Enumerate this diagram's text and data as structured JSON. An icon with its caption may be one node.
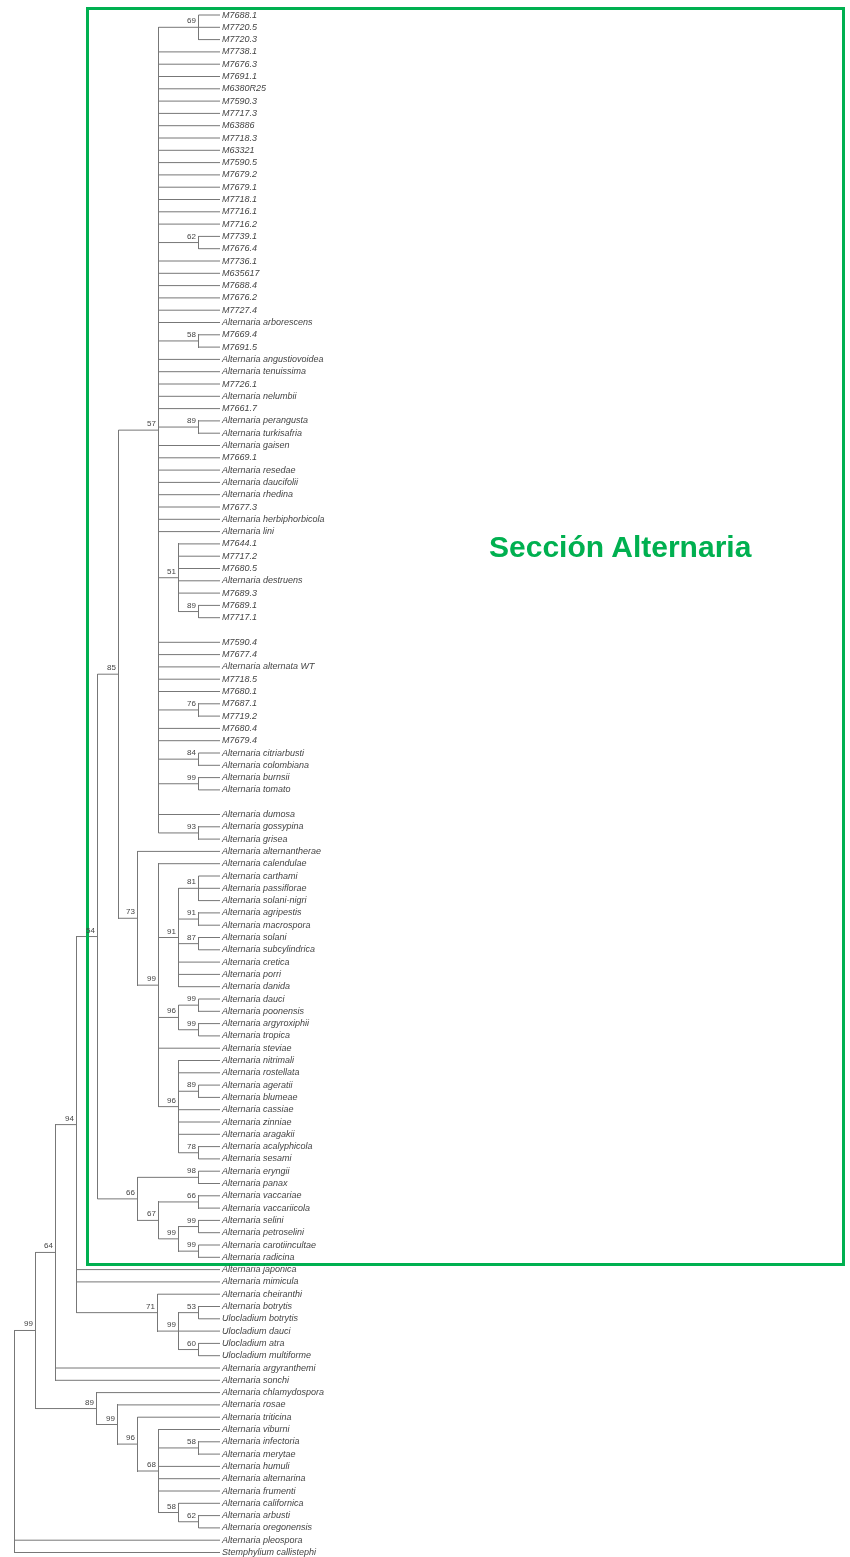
{
  "diagram": {
    "nodes": [
      {
        "text": [
          "Sección Alternaria"
        ]
      },
      {
        "text": [
          "M7688.1"
        ],
        "in": 0
      },
      {
        "text": [
          "M7720.5"
        ],
        "in": 0
      },
      {
        "text": [
          "M7720.3"
        ],
        "in": 0
      },
      {
        "text": [
          "M7738.1"
        ],
        "in": 0
      },
      {
        "text": [
          "M7676.3"
        ],
        "in": 0
      },
      {
        "text": [
          "M7691.1"
        ],
        "in": 0
      },
      {
        "text": [
          "M6380R25"
        ],
        "in": 0
      },
      {
        "text": [
          "M7590.3"
        ],
        "in": 0
      },
      {
        "text": [
          "M7717.3"
        ],
        "in": 0
      },
      {
        "text": [
          "M63886"
        ],
        "in": 0
      },
      {
        "text": [
          "M7718.3"
        ],
        "in": 0
      },
      {
        "text": [
          "M63321"
        ],
        "in": 0
      },
      {
        "text": [
          "M7590.5"
        ],
        "in": 0
      },
      {
        "text": [
          "M7679.2"
        ],
        "in": 0
      },
      {
        "text": [
          "M7679.1"
        ],
        "in": 0
      },
      {
        "text": [
          "M7718.1"
        ],
        "in": 0
      },
      {
        "text": [
          "M7716.1"
        ],
        "in": 0
      },
      {
        "text": [
          "M7716.2"
        ],
        "in": 0
      },
      {
        "text": [
          "M7739.1"
        ],
        "in": 0
      },
      {
        "text": [
          "M7676.4"
        ],
        "in": 0
      },
      {
        "text": [
          "M7736.1"
        ],
        "in": 0
      },
      {
        "text": [
          "M635617"
        ],
        "in": 0
      },
      {
        "text": [
          "M7688.4"
        ],
        "in": 0
      },
      {
        "text": [
          "M7676.2"
        ],
        "in": 0
      },
      {
        "text": [
          "M7727.4"
        ],
        "in": 0
      },
      {
        "text": [
          "Alternaria arborescens"
        ],
        "in": 0
      },
      {
        "text": [
          "M7669.4"
        ],
        "in": 0
      },
      {
        "text": [
          "M7691.5"
        ],
        "in": 0
      },
      {
        "text": [
          "Alternaria angustiovoidea"
        ],
        "in": 0
      },
      {
        "text": [
          "Alternaria tenuissima"
        ],
        "in": 0
      },
      {
        "text": [
          "M7726.1"
        ],
        "in": 0
      },
      {
        "text": [
          "Alternaria nelumbii"
        ],
        "in": 0
      },
      {
        "text": [
          "M7661.7"
        ],
        "in": 0
      },
      {
        "text": [
          "Alternaria perangusta"
        ],
        "in": 0
      },
      {
        "text": [
          "Alternaria turkisafria"
        ],
        "in": 0
      },
      {
        "text": [
          "Alternaria gaisen"
        ],
        "in": 0
      },
      {
        "text": [
          "M7669.1"
        ],
        "in": 0
      },
      {
        "text": [
          "Alternaria resedae"
        ],
        "in": 0
      },
      {
        "text": [
          "Alternaria daucifolii"
        ],
        "in": 0
      },
      {
        "text": [
          "Alternaria rhedina"
        ],
        "in": 0
      },
      {
        "text": [
          "M7677.3"
        ],
        "in": 0
      },
      {
        "text": [
          "Alternaria herbiphorbicola"
        ],
        "in": 0
      },
      {
        "text": [
          "Alternaria lini"
        ],
        "in": 0
      },
      {
        "text": [
          "M7644.1"
        ],
        "in": 0
      },
      {
        "text": [
          "M7717.2"
        ],
        "in": 0
      },
      {
        "text": [
          "M7680.5"
        ],
        "in": 0
      },
      {
        "text": [
          "Alternaria destruens"
        ],
        "in": 0
      },
      {
        "text": [
          "M7689.3"
        ],
        "in": 0
      },
      {
        "text": [
          "M7689.1"
        ],
        "in": 0
      },
      {
        "text": [
          "M7717.1"
        ],
        "in": 0
      },
      {
        "text": [
          "M7590.4"
        ],
        "in": 0
      },
      {
        "text": [
          "M7677.4"
        ],
        "in": 0
      },
      {
        "text": [
          "Alternaria alternata WT"
        ],
        "in": 0
      },
      {
        "text": [
          "M7718.5"
        ],
        "in": 0
      },
      {
        "text": [
          "M7680.1"
        ],
        "in": 0
      },
      {
        "text": [
          "M7687.1"
        ],
        "in": 0
      },
      {
        "text": [
          "M7719.2"
        ],
        "in": 0
      },
      {
        "text": [
          "M7680.4"
        ],
        "in": 0
      },
      {
        "text": [
          "M7679.4"
        ],
        "in": 0
      },
      {
        "text": [
          "Alternaria citriarbusti"
        ],
        "in": 0
      },
      {
        "text": [
          "Alternaria colombiana"
        ],
        "in": 0
      },
      {
        "text": [
          "Alternaria burnsii"
        ],
        "in": 0
      },
      {
        "text": [
          "Alternaria tomato"
        ],
        "in": 0
      },
      {
        "text": [
          "Alternaria dumosa"
        ],
        "in": 0
      },
      {
        "text": [
          "Alternaria gossypina"
        ],
        "in": 0
      },
      {
        "text": [
          "Alternaria grisea"
        ],
        "in": 0
      },
      {
        "text": [
          "Alternaria alternantherae"
        ],
        "in": 0
      },
      {
        "text": [
          "Alternaria calendulae"
        ],
        "in": 0
      },
      {
        "text": [
          "Alternaria carthami"
        ],
        "in": 0
      },
      {
        "text": [
          "Alternaria passiflorae"
        ],
        "in": 0
      },
      {
        "text": [
          "Alternaria solani-nigri"
        ],
        "in": 0
      },
      {
        "text": [
          "Alternaria agripestis"
        ],
        "in": 0
      },
      {
        "text": [
          "Alternaria macrospora"
        ],
        "in": 0
      },
      {
        "text": [
          "Alternaria solani"
        ],
        "in": 0
      },
      {
        "text": [
          "Alternaria subcylindrica"
        ],
        "in": 0
      },
      {
        "text": [
          "Alternaria cretica"
        ],
        "in": 0
      },
      {
        "text": [
          "Alternaria porri"
        ],
        "in": 0
      },
      {
        "text": [
          "Alternaria danida"
        ],
        "in": 0
      },
      {
        "text": [
          "Alternaria dauci"
        ],
        "in": 0
      },
      {
        "text": [
          "Alternaria poonensis"
        ],
        "in": 0
      },
      {
        "text": [
          "Alternaria argyroxiphii"
        ],
        "in": 0
      },
      {
        "text": [
          "Alternaria tropica"
        ],
        "in": 0
      },
      {
        "text": [
          "Alternaria steviae"
        ],
        "in": 0
      },
      {
        "text": [
          "Alternaria nitrimali"
        ],
        "in": 0
      },
      {
        "text": [
          "Alternaria rostellata"
        ],
        "in": 0
      },
      {
        "text": [
          "Alternaria ageratii"
        ],
        "in": 0
      },
      {
        "text": [
          "Alternaria blumeae"
        ],
        "in": 0
      },
      {
        "text": [
          "Alternaria cassiae"
        ],
        "in": 0
      },
      {
        "text": [
          "Alternaria zinniae"
        ],
        "in": 0
      },
      {
        "text": [
          "Alternaria aragakii"
        ],
        "in": 0
      },
      {
        "text": [
          "Alternaria acalyphicola"
        ],
        "in": 0
      },
      {
        "text": [
          "Alternaria sesami"
        ],
        "in": 0
      },
      {
        "text": [
          "Alternaria eryngii"
        ],
        "in": 0
      },
      {
        "text": [
          "Alternaria panax"
        ],
        "in": 0
      },
      {
        "text": [
          "Alternaria vaccariae"
        ],
        "in": 0
      },
      {
        "text": [
          "Alternaria vaccariicola"
        ],
        "in": 0
      },
      {
        "text": [
          "Alternaria selini"
        ],
        "in": 0
      },
      {
        "text": [
          "Alternaria petroselini"
        ],
        "in": 0
      },
      {
        "text": [
          "Alternaria carotiincultae"
        ],
        "in": 0
      },
      {
        "text": [
          "Alternaria radicina"
        ],
        "in": 0
      },
      {
        "text": [
          "Alternaria japonica"
        ]
      },
      {
        "text": [
          "Alternaria mimicula"
        ]
      },
      {
        "text": [
          "Alternaria cheiranthi"
        ]
      },
      {
        "text": [
          "Alternaria botrytis"
        ]
      },
      {
        "text": [
          "Ulocladium botrytis"
        ]
      },
      {
        "text": [
          "Ulocladium dauci"
        ]
      },
      {
        "text": [
          "Ulocladium atra"
        ]
      },
      {
        "text": [
          "Ulocladium multiforme"
        ]
      },
      {
        "text": [
          "Alternaria argyranthemi"
        ]
      },
      {
        "text": [
          "Alternaria sonchi"
        ]
      },
      {
        "text": [
          "Alternaria chlamydospora"
        ]
      },
      {
        "text": [
          "Alternaria rosae"
        ]
      },
      {
        "text": [
          "Alternaria triticina"
        ]
      },
      {
        "text": [
          "Alternaria viburni"
        ]
      },
      {
        "text": [
          "Alternaria infectoria"
        ]
      },
      {
        "text": [
          "Alternaria merytae"
        ]
      },
      {
        "text": [
          "Alternaria humuli"
        ]
      },
      {
        "text": [
          "Alternaria alternarina"
        ]
      },
      {
        "text": [
          "Alternaria frumenti"
        ]
      },
      {
        "text": [
          "Alternaria californica"
        ]
      },
      {
        "text": [
          "Alternaria arbusti"
        ]
      },
      {
        "text": [
          "Alternaria oregonensis"
        ]
      },
      {
        "text": [
          "Alternaria pleospora"
        ]
      },
      {
        "text": [
          "Stemphylium callistephi"
        ]
      },
      {
        "text": [],
        "shape": "bar"
      },
      {
        "text": [],
        "shape": "bar",
        "beside": [
          "99"
        ]
      },
      {
        "text": [],
        "shape": "bar",
        "beside": [
          "64"
        ]
      },
      {
        "text": [],
        "shape": "bar",
        "beside": [
          "94"
        ]
      },
      {
        "text": [],
        "shape": "bar",
        "beside": [
          "54"
        ],
        "in": 0
      },
      {
        "text": [],
        "shape": "bar",
        "beside": [
          "85"
        ],
        "in": 0
      },
      {
        "text": [],
        "shape": "bar",
        "beside": [
          "57"
        ],
        "in": 0
      },
      {
        "text": [],
        "shape": "bar",
        "beside": [
          "69"
        ],
        "in": 0
      },
      {
        "text": [],
        "shape": "bar",
        "beside": [
          "62"
        ],
        "in": 0
      },
      {
        "text": [],
        "shape": "bar",
        "beside": [
          "58"
        ],
        "in": 0
      },
      {
        "text": [],
        "shape": "bar",
        "beside": [
          "89"
        ],
        "in": 0
      },
      {
        "text": [],
        "shape": "bar",
        "beside": [
          "51"
        ],
        "in": 0
      },
      {
        "text": [],
        "shape": "bar",
        "beside": [
          "89"
        ],
        "in": 0
      },
      {
        "text": [],
        "shape": "bar",
        "beside": [
          "76"
        ],
        "in": 0
      },
      {
        "text": [],
        "shape": "bar",
        "beside": [
          "84"
        ],
        "in": 0
      },
      {
        "text": [],
        "shape": "bar",
        "beside": [
          "99"
        ],
        "in": 0
      },
      {
        "text": [],
        "shape": "bar",
        "beside": [
          "93"
        ],
        "in": 0
      },
      {
        "text": [],
        "shape": "bar",
        "beside": [
          "73"
        ],
        "in": 0
      },
      {
        "text": [],
        "shape": "bar",
        "beside": [
          "99"
        ],
        "in": 0
      },
      {
        "text": [],
        "shape": "bar",
        "beside": [
          "91"
        ],
        "in": 0
      },
      {
        "text": [],
        "shape": "bar",
        "beside": [
          "81"
        ],
        "in": 0
      },
      {
        "text": [],
        "shape": "bar",
        "beside": [
          "91"
        ],
        "in": 0
      },
      {
        "text": [],
        "shape": "bar",
        "beside": [
          "87"
        ],
        "in": 0
      },
      {
        "text": [],
        "shape": "bar",
        "beside": [
          "96"
        ],
        "in": 0
      },
      {
        "text": [],
        "shape": "bar",
        "beside": [
          "99"
        ],
        "in": 0
      },
      {
        "text": [],
        "shape": "bar",
        "beside": [
          "99"
        ],
        "in": 0
      },
      {
        "text": [],
        "shape": "bar",
        "beside": [
          "96"
        ],
        "in": 0
      },
      {
        "text": [],
        "shape": "bar",
        "beside": [
          "89"
        ],
        "in": 0
      },
      {
        "text": [],
        "shape": "bar",
        "beside": [
          "78"
        ],
        "in": 0
      },
      {
        "text": [],
        "shape": "bar",
        "beside": [
          "66"
        ],
        "in": 0
      },
      {
        "text": [],
        "shape": "bar",
        "beside": [
          "98"
        ],
        "in": 0
      },
      {
        "text": [],
        "shape": "bar",
        "beside": [
          "67"
        ],
        "in": 0
      },
      {
        "text": [],
        "shape": "bar",
        "beside": [
          "66"
        ],
        "in": 0
      },
      {
        "text": [],
        "shape": "bar",
        "beside": [
          "99"
        ],
        "in": 0
      },
      {
        "text": [],
        "shape": "bar",
        "beside": [
          "99"
        ],
        "in": 0
      },
      {
        "text": [],
        "shape": "bar",
        "beside": [
          "99"
        ],
        "in": 0
      },
      {
        "text": [],
        "shape": "bar",
        "beside": [
          "71"
        ]
      },
      {
        "text": [],
        "shape": "bar",
        "beside": [
          "99"
        ]
      },
      {
        "text": [],
        "shape": "bar",
        "beside": [
          "53"
        ]
      },
      {
        "text": [],
        "shape": "bar",
        "beside": [
          "60"
        ]
      },
      {
        "text": [],
        "shape": "bar",
        "beside": [
          "89"
        ]
      },
      {
        "text": [],
        "shape": "bar",
        "beside": [
          "99"
        ]
      },
      {
        "text": [],
        "shape": "bar",
        "beside": [
          "96"
        ]
      },
      {
        "text": [],
        "shape": "bar",
        "beside": [
          "68"
        ]
      },
      {
        "text": [],
        "shape": "bar",
        "beside": [
          "58"
        ]
      },
      {
        "text": [],
        "shape": "bar",
        "beside": [
          "58"
        ]
      },
      {
        "text": [],
        "shape": "bar",
        "beside": [
          "62"
        ]
      }
    ],
    "edges": [
      {
        "from": 125,
        "to": 126,
        "arrow": "none"
      },
      {
        "from": 125,
        "to": 123,
        "arrow": "none"
      },
      {
        "from": 125,
        "to": 124,
        "arrow": "none"
      },
      {
        "from": 126,
        "to": 127,
        "arrow": "none"
      },
      {
        "from": 126,
        "to": 165,
        "arrow": "none"
      },
      {
        "from": 127,
        "to": 128,
        "arrow": "none"
      },
      {
        "from": 127,
        "to": 109,
        "arrow": "none"
      },
      {
        "from": 127,
        "to": 110,
        "arrow": "none"
      },
      {
        "from": 128,
        "to": 129,
        "arrow": "none"
      },
      {
        "from": 128,
        "to": 101,
        "arrow": "none"
      },
      {
        "from": 128,
        "to": 102,
        "arrow": "none"
      },
      {
        "from": 128,
        "to": 161,
        "arrow": "none"
      },
      {
        "from": 129,
        "to": 130,
        "arrow": "none"
      },
      {
        "from": 129,
        "to": 154,
        "arrow": "none"
      },
      {
        "from": 130,
        "to": 131,
        "arrow": "none"
      },
      {
        "from": 130,
        "to": 142,
        "arrow": "none"
      },
      {
        "from": 131,
        "to": 132,
        "arrow": "none"
      },
      {
        "from": 131,
        "to": 4,
        "arrow": "none"
      },
      {
        "from": 131,
        "to": 5,
        "arrow": "none"
      },
      {
        "from": 131,
        "to": 6,
        "arrow": "none"
      },
      {
        "from": 131,
        "to": 7,
        "arrow": "none"
      },
      {
        "from": 131,
        "to": 8,
        "arrow": "none"
      },
      {
        "from": 131,
        "to": 9,
        "arrow": "none"
      },
      {
        "from": 131,
        "to": 10,
        "arrow": "none"
      },
      {
        "from": 131,
        "to": 11,
        "arrow": "none"
      },
      {
        "from": 131,
        "to": 12,
        "arrow": "none"
      },
      {
        "from": 131,
        "to": 13,
        "arrow": "none"
      },
      {
        "from": 131,
        "to": 14,
        "arrow": "none"
      },
      {
        "from": 131,
        "to": 15,
        "arrow": "none"
      },
      {
        "from": 131,
        "to": 16,
        "arrow": "none"
      },
      {
        "from": 131,
        "to": 17,
        "arrow": "none"
      },
      {
        "from": 131,
        "to": 18,
        "arrow": "none"
      },
      {
        "from": 131,
        "to": 133,
        "arrow": "none"
      },
      {
        "from": 131,
        "to": 21,
        "arrow": "none"
      },
      {
        "from": 131,
        "to": 22,
        "arrow": "none"
      },
      {
        "from": 131,
        "to": 23,
        "arrow": "none"
      },
      {
        "from": 131,
        "to": 24,
        "arrow": "none"
      },
      {
        "from": 131,
        "to": 25,
        "arrow": "none"
      },
      {
        "from": 131,
        "to": 26,
        "arrow": "none"
      },
      {
        "from": 131,
        "to": 134,
        "arrow": "none"
      },
      {
        "from": 131,
        "to": 29,
        "arrow": "none"
      },
      {
        "from": 131,
        "to": 30,
        "arrow": "none"
      },
      {
        "from": 131,
        "to": 31,
        "arrow": "none"
      },
      {
        "from": 131,
        "to": 32,
        "arrow": "none"
      },
      {
        "from": 131,
        "to": 33,
        "arrow": "none"
      },
      {
        "from": 131,
        "to": 135,
        "arrow": "none"
      },
      {
        "from": 131,
        "to": 36,
        "arrow": "none"
      },
      {
        "from": 131,
        "to": 37,
        "arrow": "none"
      },
      {
        "from": 131,
        "to": 38,
        "arrow": "none"
      },
      {
        "from": 131,
        "to": 39,
        "arrow": "none"
      },
      {
        "from": 131,
        "to": 40,
        "arrow": "none"
      },
      {
        "from": 131,
        "to": 41,
        "arrow": "none"
      },
      {
        "from": 131,
        "to": 42,
        "arrow": "none"
      },
      {
        "from": 131,
        "to": 43,
        "arrow": "none"
      },
      {
        "from": 131,
        "to": 136,
        "arrow": "none"
      },
      {
        "from": 131,
        "to": 51,
        "arrow": "none"
      },
      {
        "from": 131,
        "to": 52,
        "arrow": "none"
      },
      {
        "from": 131,
        "to": 53,
        "arrow": "none"
      },
      {
        "from": 131,
        "to": 54,
        "arrow": "none"
      },
      {
        "from": 131,
        "to": 55,
        "arrow": "none"
      },
      {
        "from": 131,
        "to": 138,
        "arrow": "none"
      },
      {
        "from": 131,
        "to": 58,
        "arrow": "none"
      },
      {
        "from": 131,
        "to": 59,
        "arrow": "none"
      },
      {
        "from": 131,
        "to": 139,
        "arrow": "none"
      },
      {
        "from": 131,
        "to": 140,
        "arrow": "none"
      },
      {
        "from": 131,
        "to": 64,
        "arrow": "none"
      },
      {
        "from": 131,
        "to": 141,
        "arrow": "none"
      },
      {
        "from": 132,
        "to": 1,
        "arrow": "none"
      },
      {
        "from": 132,
        "to": 2,
        "arrow": "none"
      },
      {
        "from": 132,
        "to": 3,
        "arrow": "none"
      },
      {
        "from": 133,
        "to": 19,
        "arrow": "none"
      },
      {
        "from": 133,
        "to": 20,
        "arrow": "none"
      },
      {
        "from": 134,
        "to": 27,
        "arrow": "none"
      },
      {
        "from": 134,
        "to": 28,
        "arrow": "none"
      },
      {
        "from": 135,
        "to": 34,
        "arrow": "none"
      },
      {
        "from": 135,
        "to": 35,
        "arrow": "none"
      },
      {
        "from": 136,
        "to": 44,
        "arrow": "none"
      },
      {
        "from": 136,
        "to": 45,
        "arrow": "none"
      },
      {
        "from": 136,
        "to": 46,
        "arrow": "none"
      },
      {
        "from": 136,
        "to": 47,
        "arrow": "none"
      },
      {
        "from": 136,
        "to": 48,
        "arrow": "none"
      },
      {
        "from": 136,
        "to": 137,
        "arrow": "none"
      },
      {
        "from": 137,
        "to": 49,
        "arrow": "none"
      },
      {
        "from": 137,
        "to": 50,
        "arrow": "none"
      },
      {
        "from": 138,
        "to": 56,
        "arrow": "none"
      },
      {
        "from": 138,
        "to": 57,
        "arrow": "none"
      },
      {
        "from": 139,
        "to": 60,
        "arrow": "none"
      },
      {
        "from": 139,
        "to": 61,
        "arrow": "none"
      },
      {
        "from": 140,
        "to": 62,
        "arrow": "none"
      },
      {
        "from": 140,
        "to": 63,
        "arrow": "none"
      },
      {
        "from": 141,
        "to": 65,
        "arrow": "none"
      },
      {
        "from": 141,
        "to": 66,
        "arrow": "none"
      },
      {
        "from": 142,
        "to": 67,
        "arrow": "none"
      },
      {
        "from": 142,
        "to": 143,
        "arrow": "none"
      },
      {
        "from": 143,
        "to": 68,
        "arrow": "none"
      },
      {
        "from": 143,
        "to": 144,
        "arrow": "none"
      },
      {
        "from": 143,
        "to": 148,
        "arrow": "none"
      },
      {
        "from": 143,
        "to": 83,
        "arrow": "none"
      },
      {
        "from": 143,
        "to": 151,
        "arrow": "none"
      },
      {
        "from": 144,
        "to": 145,
        "arrow": "none"
      },
      {
        "from": 144,
        "to": 146,
        "arrow": "none"
      },
      {
        "from": 144,
        "to": 147,
        "arrow": "none"
      },
      {
        "from": 144,
        "to": 76,
        "arrow": "none"
      },
      {
        "from": 144,
        "to": 77,
        "arrow": "none"
      },
      {
        "from": 144,
        "to": 78,
        "arrow": "none"
      },
      {
        "from": 145,
        "to": 69,
        "arrow": "none"
      },
      {
        "from": 145,
        "to": 70,
        "arrow": "none"
      },
      {
        "from": 145,
        "to": 71,
        "arrow": "none"
      },
      {
        "from": 146,
        "to": 72,
        "arrow": "none"
      },
      {
        "from": 146,
        "to": 73,
        "arrow": "none"
      },
      {
        "from": 147,
        "to": 74,
        "arrow": "none"
      },
      {
        "from": 147,
        "to": 75,
        "arrow": "none"
      },
      {
        "from": 148,
        "to": 149,
        "arrow": "none"
      },
      {
        "from": 148,
        "to": 150,
        "arrow": "none"
      },
      {
        "from": 149,
        "to": 79,
        "arrow": "none"
      },
      {
        "from": 149,
        "to": 80,
        "arrow": "none"
      },
      {
        "from": 150,
        "to": 81,
        "arrow": "none"
      },
      {
        "from": 150,
        "to": 82,
        "arrow": "none"
      },
      {
        "from": 151,
        "to": 84,
        "arrow": "none"
      },
      {
        "from": 151,
        "to": 85,
        "arrow": "none"
      },
      {
        "from": 151,
        "to": 152,
        "arrow": "none"
      },
      {
        "from": 151,
        "to": 88,
        "arrow": "none"
      },
      {
        "from": 151,
        "to": 89,
        "arrow": "none"
      },
      {
        "from": 151,
        "to": 90,
        "arrow": "none"
      },
      {
        "from": 151,
        "to": 153,
        "arrow": "none"
      },
      {
        "from": 152,
        "to": 86,
        "arrow": "none"
      },
      {
        "from": 152,
        "to": 87,
        "arrow": "none"
      },
      {
        "from": 153,
        "to": 91,
        "arrow": "none"
      },
      {
        "from": 153,
        "to": 92,
        "arrow": "none"
      },
      {
        "from": 154,
        "to": 155,
        "arrow": "none"
      },
      {
        "from": 154,
        "to": 156,
        "arrow": "none"
      },
      {
        "from": 155,
        "to": 93,
        "arrow": "none"
      },
      {
        "from": 155,
        "to": 94,
        "arrow": "none"
      },
      {
        "from": 156,
        "to": 157,
        "arrow": "none"
      },
      {
        "from": 156,
        "to": 158,
        "arrow": "none"
      },
      {
        "from": 157,
        "to": 95,
        "arrow": "none"
      },
      {
        "from": 157,
        "to": 96,
        "arrow": "none"
      },
      {
        "from": 158,
        "to": 159,
        "arrow": "none"
      },
      {
        "from": 158,
        "to": 160,
        "arrow": "none"
      },
      {
        "from": 159,
        "to": 97,
        "arrow": "none"
      },
      {
        "from": 159,
        "to": 98,
        "arrow": "none"
      },
      {
        "from": 160,
        "to": 99,
        "arrow": "none"
      },
      {
        "from": 160,
        "to": 100,
        "arrow": "none"
      },
      {
        "from": 161,
        "to": 103,
        "arrow": "none"
      },
      {
        "from": 161,
        "to": 162,
        "arrow": "none"
      },
      {
        "from": 162,
        "to": 163,
        "arrow": "none"
      },
      {
        "from": 162,
        "to": 106,
        "arrow": "none"
      },
      {
        "from": 162,
        "to": 164,
        "arrow": "none"
      },
      {
        "from": 163,
        "to": 104,
        "arrow": "none"
      },
      {
        "from": 163,
        "to": 105,
        "arrow": "none"
      },
      {
        "from": 164,
        "to": 107,
        "arrow": "none"
      },
      {
        "from": 164,
        "to": 108,
        "arrow": "none"
      },
      {
        "from": 165,
        "to": 111,
        "arrow": "none"
      },
      {
        "from": 165,
        "to": 166,
        "arrow": "none"
      },
      {
        "from": 166,
        "to": 112,
        "arrow": "none"
      },
      {
        "from": 166,
        "to": 167,
        "arrow": "none"
      },
      {
        "from": 167,
        "to": 113,
        "arrow": "none"
      },
      {
        "from": 167,
        "to": 168,
        "arrow": "none"
      },
      {
        "from": 168,
        "to": 114,
        "arrow": "none"
      },
      {
        "from": 168,
        "to": 169,
        "arrow": "none"
      },
      {
        "from": 168,
        "to": 117,
        "arrow": "none"
      },
      {
        "from": 168,
        "to": 118,
        "arrow": "none"
      },
      {
        "from": 168,
        "to": 119,
        "arrow": "none"
      },
      {
        "from": 168,
        "to": 170,
        "arrow": "none"
      },
      {
        "from": 169,
        "to": 115,
        "arrow": "none"
      },
      {
        "from": 169,
        "to": 116,
        "arrow": "none"
      },
      {
        "from": 170,
        "to": 120,
        "arrow": "none"
      },
      {
        "from": 170,
        "to": 171,
        "arrow": "none"
      },
      {
        "from": 171,
        "to": 121,
        "arrow": "none"
      },
      {
        "from": 171,
        "to": 122,
        "arrow": "none"
      }
    ]
  }
}
